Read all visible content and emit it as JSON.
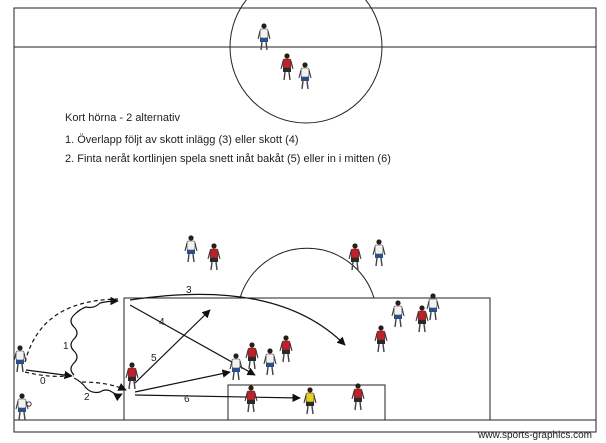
{
  "title": "Kort hörna - 2 alternativ",
  "lines": [
    "1. Överlapp följt av skott inlägg (3) eller skott (4)",
    "2. Finta neråt kortlinjen spela snett inåt bakåt (5) eller in i mitten (6)"
  ],
  "move_labels": [
    "0",
    "1",
    "2",
    "3",
    "4",
    "5",
    "6"
  ],
  "credit": "www.sports-graphics.com",
  "colors": {
    "line": "#111111",
    "red_team": "#c0202a",
    "blue_team": "#2c4f8c",
    "white_kit": "#f2f2f2",
    "keeper": "#e6d11a",
    "shorts_dark": "#2a2a2a"
  },
  "players": [
    {
      "team": "blue"
    },
    {
      "team": "red"
    },
    {
      "team": "blue"
    },
    {
      "team": "blue"
    },
    {
      "team": "red"
    },
    {
      "team": "red"
    },
    {
      "team": "blue"
    },
    {
      "team": "blue"
    },
    {
      "team": "red"
    },
    {
      "team": "blue"
    },
    {
      "team": "red"
    },
    {
      "team": "blue"
    },
    {
      "team": "red"
    },
    {
      "team": "blue"
    },
    {
      "team": "red"
    },
    {
      "team": "red"
    },
    {
      "team": "keeper"
    },
    {
      "team": "red"
    },
    {
      "team": "blue"
    },
    {
      "team": "blue"
    },
    {
      "team": "red"
    }
  ]
}
